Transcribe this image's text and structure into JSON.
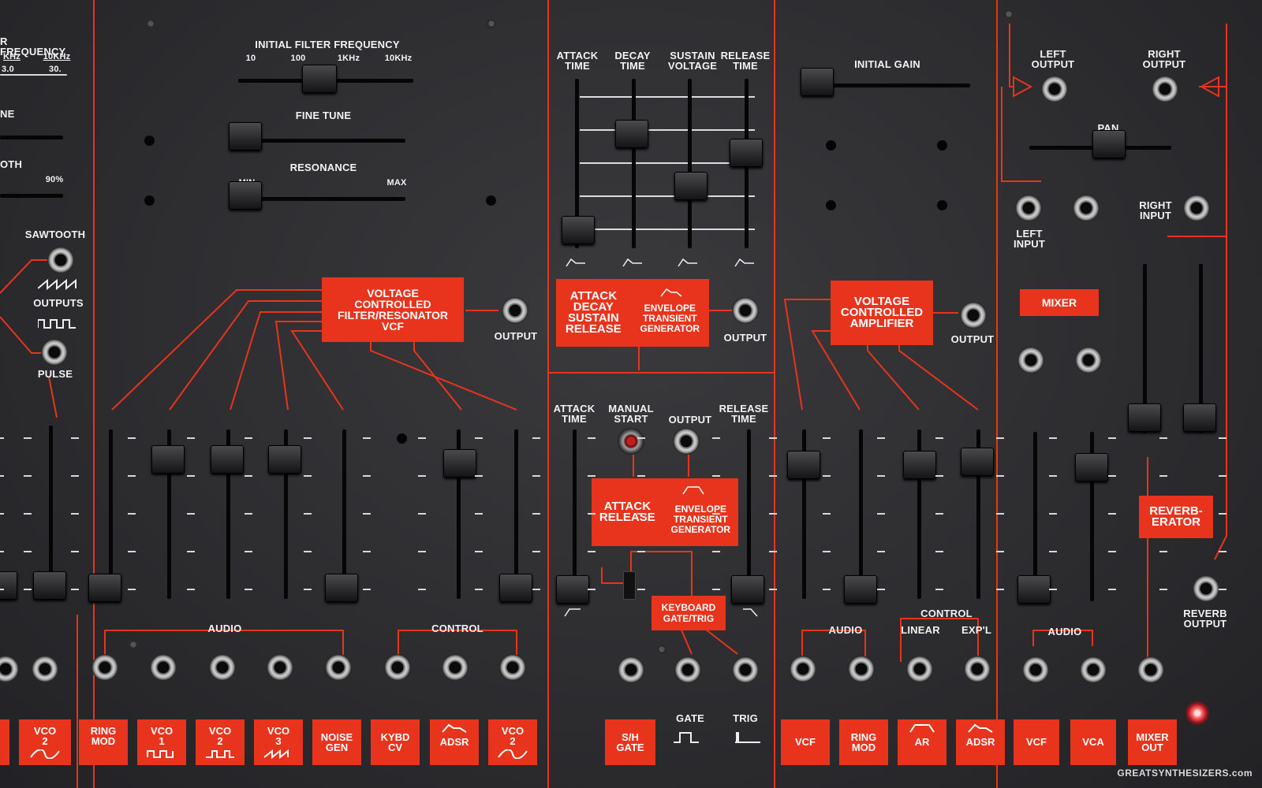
{
  "colors": {
    "panel": "#2c2c2f",
    "accent": "#e8341c",
    "text": "#f2f2f2"
  },
  "vcf_section": {
    "filter_frequency_label": "INITIAL FILTER FREQUENCY",
    "freq_ticks": [
      "10",
      "100",
      "1KHz",
      "10KHz"
    ],
    "fine_tune_label": "FINE TUNE",
    "resonance_label": "RESONANCE",
    "min_label": "MIN",
    "max_label": "MAX",
    "title": "VOLTAGE\nCONTROLLED\nFILTER/RESONATOR\nVCF",
    "output_label": "OUTPUT",
    "audio_label": "AUDIO",
    "control_label": "CONTROL",
    "inputs": [
      "RING\nMOD",
      "VCO\n1",
      "VCO\n2",
      "VCO\n3",
      "NOISE\nGEN",
      "KYBD\nCV",
      "ADSR",
      "VCO\n2"
    ]
  },
  "vco_section": {
    "freq_partial": "R FREQUENCY",
    "khz_partial": "KHz",
    "khz10": "10KHz",
    "val_partial": "3.0",
    "val_30": "30.",
    "ne_partial": "NE",
    "oth_partial": "OTH",
    "pct_label": "90%",
    "sawtooth_label": "SAWTOOTH",
    "outputs_label": "OUTPUTS",
    "pulse_label": "PULSE",
    "vco2_button": "VCO\n2"
  },
  "adsr_section": {
    "attack_time": "ATTACK\nTIME",
    "decay_time": "DECAY\nTIME",
    "sustain_voltage": "SUSTAIN\nVOLTAGE",
    "release_time": "RELEASE\nTIME",
    "title_left": "ATTACK\nDECAY\nSUSTAIN\nRELEASE",
    "title_right": "ENVELOPE\nTRANSIENT\nGENERATOR",
    "output_label": "OUTPUT"
  },
  "ar_section": {
    "attack_time": "ATTACK\nTIME",
    "manual_start": "MANUAL\nSTART",
    "output_label": "OUTPUT",
    "release_time": "RELEASE\nTIME",
    "title_left": "ATTACK\nRELEASE",
    "title_right": "ENVELOPE\nTRANSIENT\nGENERATOR",
    "keyboard_gate": "KEYBOARD\nGATE/TRIG",
    "sh_gate": "S/H\nGATE",
    "gate_label": "GATE",
    "trig_label": "TRIG"
  },
  "vca_section": {
    "initial_gain": "INITIAL GAIN",
    "title": "VOLTAGE\nCONTROLLED\nAMPLIFIER",
    "output_label": "OUTPUT",
    "audio_label": "AUDIO",
    "control_label": "CONTROL",
    "linear_label": "LINEAR",
    "expl_label": "EXP'L",
    "inputs": [
      "VCF",
      "RING\nMOD",
      "AR",
      "ADSR"
    ]
  },
  "output_section": {
    "left_output": "LEFT\nOUTPUT",
    "right_output": "RIGHT\nOUTPUT",
    "pan_label": "PAN",
    "left_input": "LEFT\nINPUT",
    "right_input": "RIGHT\nINPUT",
    "mixer_label": "MIXER",
    "reverberator": "REVERB-\nERATOR",
    "reverb_output": "REVERB\nOUTPUT",
    "audio_label": "AUDIO",
    "inputs": [
      "VCF",
      "VCA",
      "MIXER\nOUT"
    ]
  },
  "watermark": "GREATSYNTHESIZERS.com"
}
